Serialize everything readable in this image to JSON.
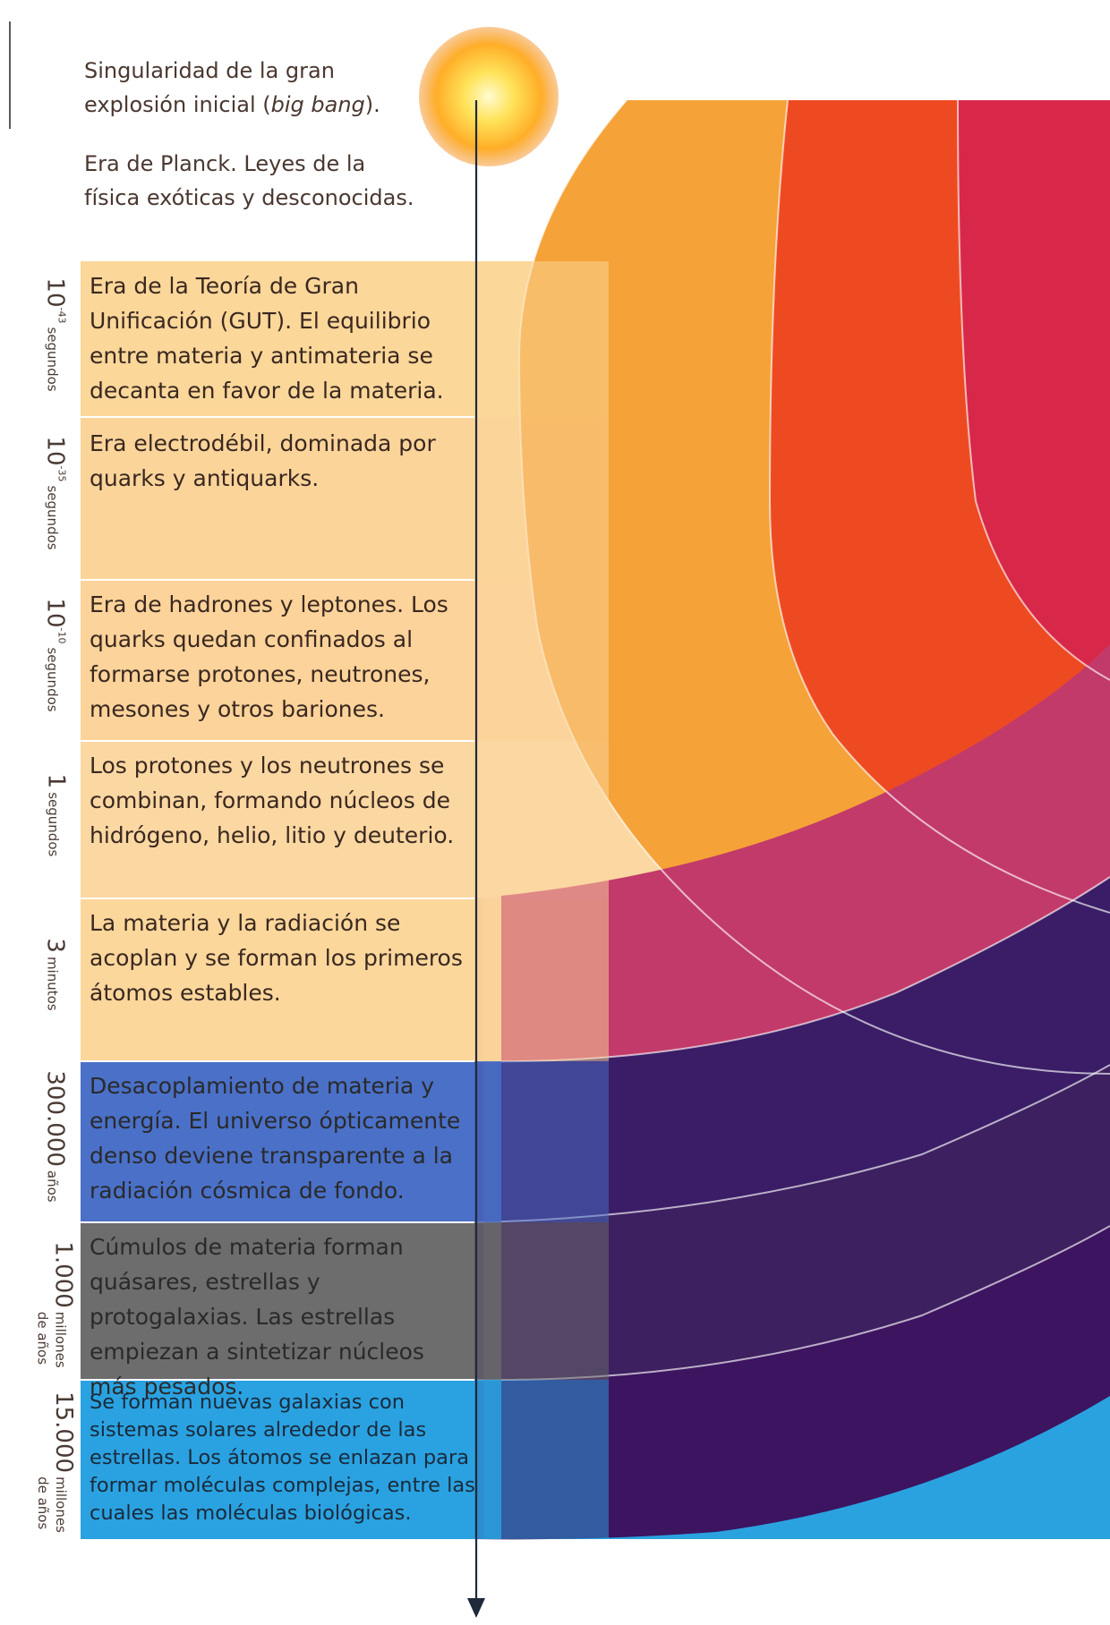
{
  "intro": {
    "singularity_line1": "Singularidad de la gran",
    "singularity_line2_prefix": "explosión inicial (",
    "singularity_line2_italic": "big bang",
    "singularity_line2_suffix": ").",
    "planck": "Era de Planck. Leyes de la física exóticas y desconocidas."
  },
  "eras": [
    {
      "time_main": "10",
      "time_exp": "-43",
      "time_unit": "segundos",
      "text": "Era de la Teoría de Gran Unificación (GUT). El equilibrio entre materia y antimateria se decanta en favor de la materia."
    },
    {
      "time_main": "10",
      "time_exp": "-35",
      "time_unit": "segundos",
      "text": "Era electrodébil, dominada por quarks y antiquarks."
    },
    {
      "time_main": "10",
      "time_exp": "-10",
      "time_unit": "segundos",
      "text": "Era de hadrones y leptones. Los quarks quedan confinados al formarse protones, neutrones, mesones y otros bariones."
    },
    {
      "time_main": "1",
      "time_exp": "",
      "time_unit": "segundos",
      "text": "Los protones y los neutrones se combinan, formando núcleos de hidrógeno, helio, litio y deuterio."
    },
    {
      "time_main": "3",
      "time_exp": "",
      "time_unit": "minutos",
      "text": "La materia y la radiación se acoplan y se forman los primeros átomos estables."
    },
    {
      "time_main": "300.000",
      "time_exp": "",
      "time_unit": "años",
      "text": "Desacoplamiento de materia y energía. El universo ópticamente denso deviene transparente a la radiación cósmica de fondo."
    },
    {
      "time_main": "1.000",
      "time_exp": "",
      "time_unit": "millones",
      "time_sub": "de años",
      "text": "Cúmulos de materia forman quásares, estrellas y protogalaxias. Las estrellas empiezan a sintetizar núcleos más pesados."
    },
    {
      "time_main": "15.000",
      "time_exp": "",
      "time_unit": "millones",
      "time_sub": "de años",
      "text": "Se forman nuevas galaxias con sistemas solares alrededor de las estrellas. Los átomos se enlazan para formar moléculas complejas, entre las cuales las moléculas biológicas."
    }
  ],
  "colors": {
    "sun_core": "#fff7a8",
    "sun_mid": "#ffd23a",
    "sun_edge": "#f2932a",
    "band_orange": "#f7b14a",
    "band_red": "#ee4422",
    "band_magenta": "#cc2c5a",
    "band_purple": "#3a1552",
    "band_blue": "#2a6fd8",
    "band_cyan": "#1fa6e6",
    "text": "#3a2820",
    "arrow": "#1e2a3a"
  }
}
